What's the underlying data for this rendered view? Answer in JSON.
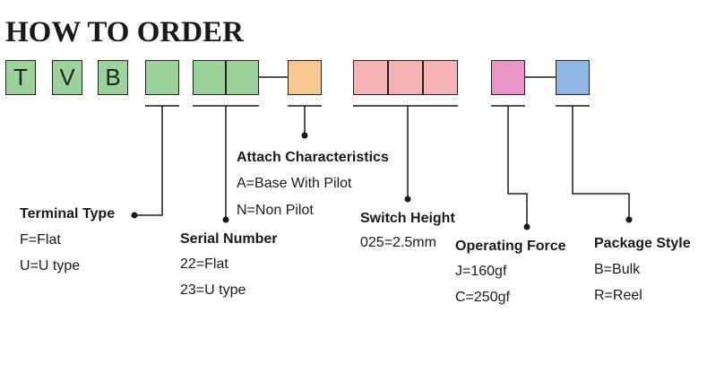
{
  "title": "HOW TO ORDER",
  "code_boxes": {
    "letters": [
      "T",
      "V",
      "B"
    ]
  },
  "colors": {
    "green": "#9bd39a",
    "orange": "#f9c892",
    "pink": "#f4b2b2",
    "magenta": "#ea95c7",
    "blue": "#90b4e3"
  },
  "fields": {
    "terminal_type": {
      "heading": "Terminal Type",
      "options": [
        "F=Flat",
        "U=U type"
      ]
    },
    "serial_number": {
      "heading": "Serial Number",
      "options": [
        "22=Flat",
        "23=U type"
      ]
    },
    "attach_characteristics": {
      "heading": "Attach Characteristics",
      "options": [
        "A=Base With Pilot",
        "N=Non Pilot"
      ]
    },
    "switch_height": {
      "heading": "Switch Height",
      "options": [
        "025=2.5mm"
      ]
    },
    "operating_force": {
      "heading": "Operating Force",
      "options": [
        "J=160gf",
        "C=250gf"
      ]
    },
    "package_style": {
      "heading": "Package Style",
      "options": [
        "B=Bulk",
        "R=Reel"
      ]
    }
  }
}
